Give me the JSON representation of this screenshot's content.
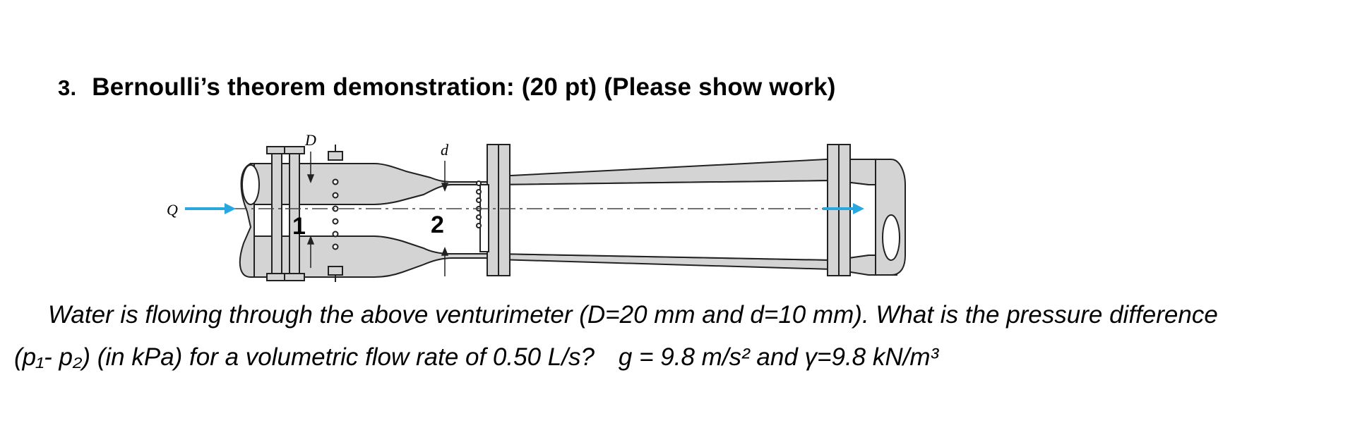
{
  "question": {
    "number": "3.",
    "title": "Bernoulli’s theorem demonstration: (20 pt)",
    "note": "(Please show work)"
  },
  "figure": {
    "label_D": "D",
    "label_d": "d",
    "label_Q": "Q",
    "section_1": "1",
    "section_2": "2",
    "arrow_color": "#29a8e0",
    "pipe_fill": "#d4d4d4"
  },
  "problem": {
    "line1": "Water is flowing through the above venturimeter (D=20 mm and d=10 mm). What is the pressure difference",
    "line2_a": "(p₁- p₂) (in kPa) for a volumetric flow rate of 0.50 L/s?",
    "line2_b": "g = 9.8 m/s² and γ=9.8 kN/m³"
  }
}
